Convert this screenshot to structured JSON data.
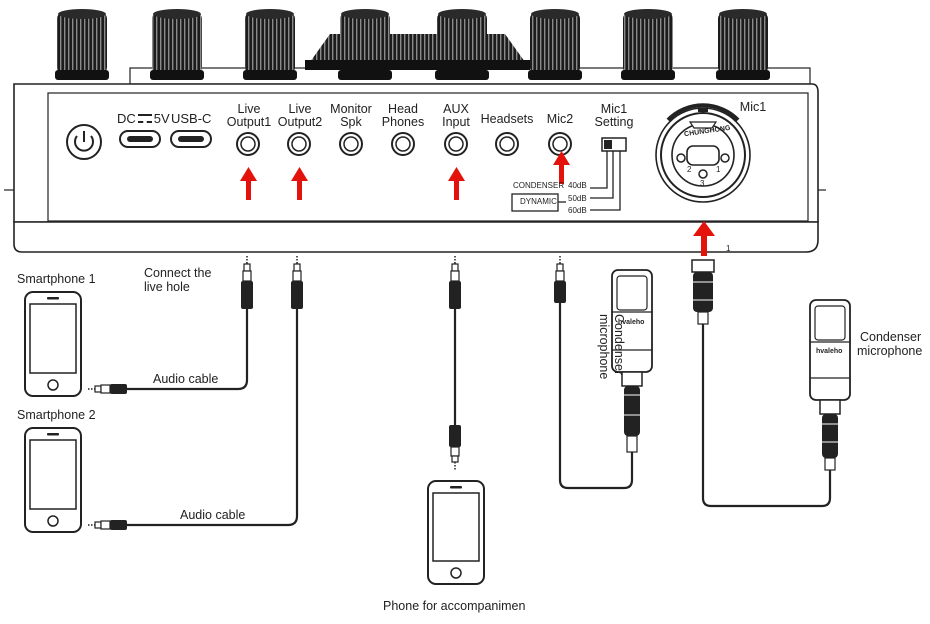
{
  "panel": {
    "dc_label": "DC",
    "dc_voltage": "5V",
    "usbc_label": "USB-C",
    "live_output1": [
      "Live",
      "Output1"
    ],
    "live_output2": [
      "Live",
      "Output2"
    ],
    "monitor_spk": [
      "Monitor",
      "Spk"
    ],
    "head_phones": [
      "Head",
      "Phones"
    ],
    "aux_input": [
      "AUX",
      "Input"
    ],
    "headsets": "Headsets",
    "mic2": "Mic2",
    "mic1_setting": [
      "Mic1",
      "Setting"
    ],
    "mic1": "Mic1",
    "condenser_opt": "CONDENSER",
    "dynamic_opt": "DYNAMIC",
    "gain_40": "40dB",
    "gain_50": "50dB",
    "gain_60": "60dB",
    "xlr_brand": "CHUNGHONG",
    "xlr_pin1": "1",
    "xlr_pin2": "2",
    "xlr_pin3": "3",
    "corner_mark": "1"
  },
  "devices": {
    "smartphone1": "Smartphone 1",
    "smartphone2": "Smartphone 2",
    "connect_live_hole": [
      "Connect the",
      "live hole"
    ],
    "audio_cable_1": "Audio cable",
    "audio_cable_2": "Audio cable",
    "phone_accompaniment": "Phone for accompanimen",
    "condenser_mic_vertical": [
      "Condenser",
      "microphone"
    ],
    "condenser_mic_right": [
      "Condenser",
      "microphone"
    ],
    "mic_brand": "hvaleho"
  },
  "colors": {
    "arrow": "#e3120b",
    "line": "#222222",
    "knob": "#151515"
  }
}
